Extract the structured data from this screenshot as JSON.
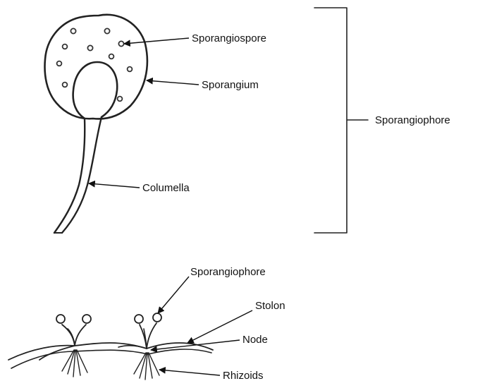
{
  "labels": {
    "sporangiospore": "Sporangiospore",
    "sporangium": "Sporangium",
    "columella": "Columella",
    "sporangiophore_bracket": "Sporangiophore",
    "sporangiophore_lower": "Sporangiophore",
    "stolon": "Stolon",
    "node": "Node",
    "rhizoids": "Rhizoids"
  },
  "colors": {
    "ink": "#222222",
    "background": "#ffffff"
  }
}
